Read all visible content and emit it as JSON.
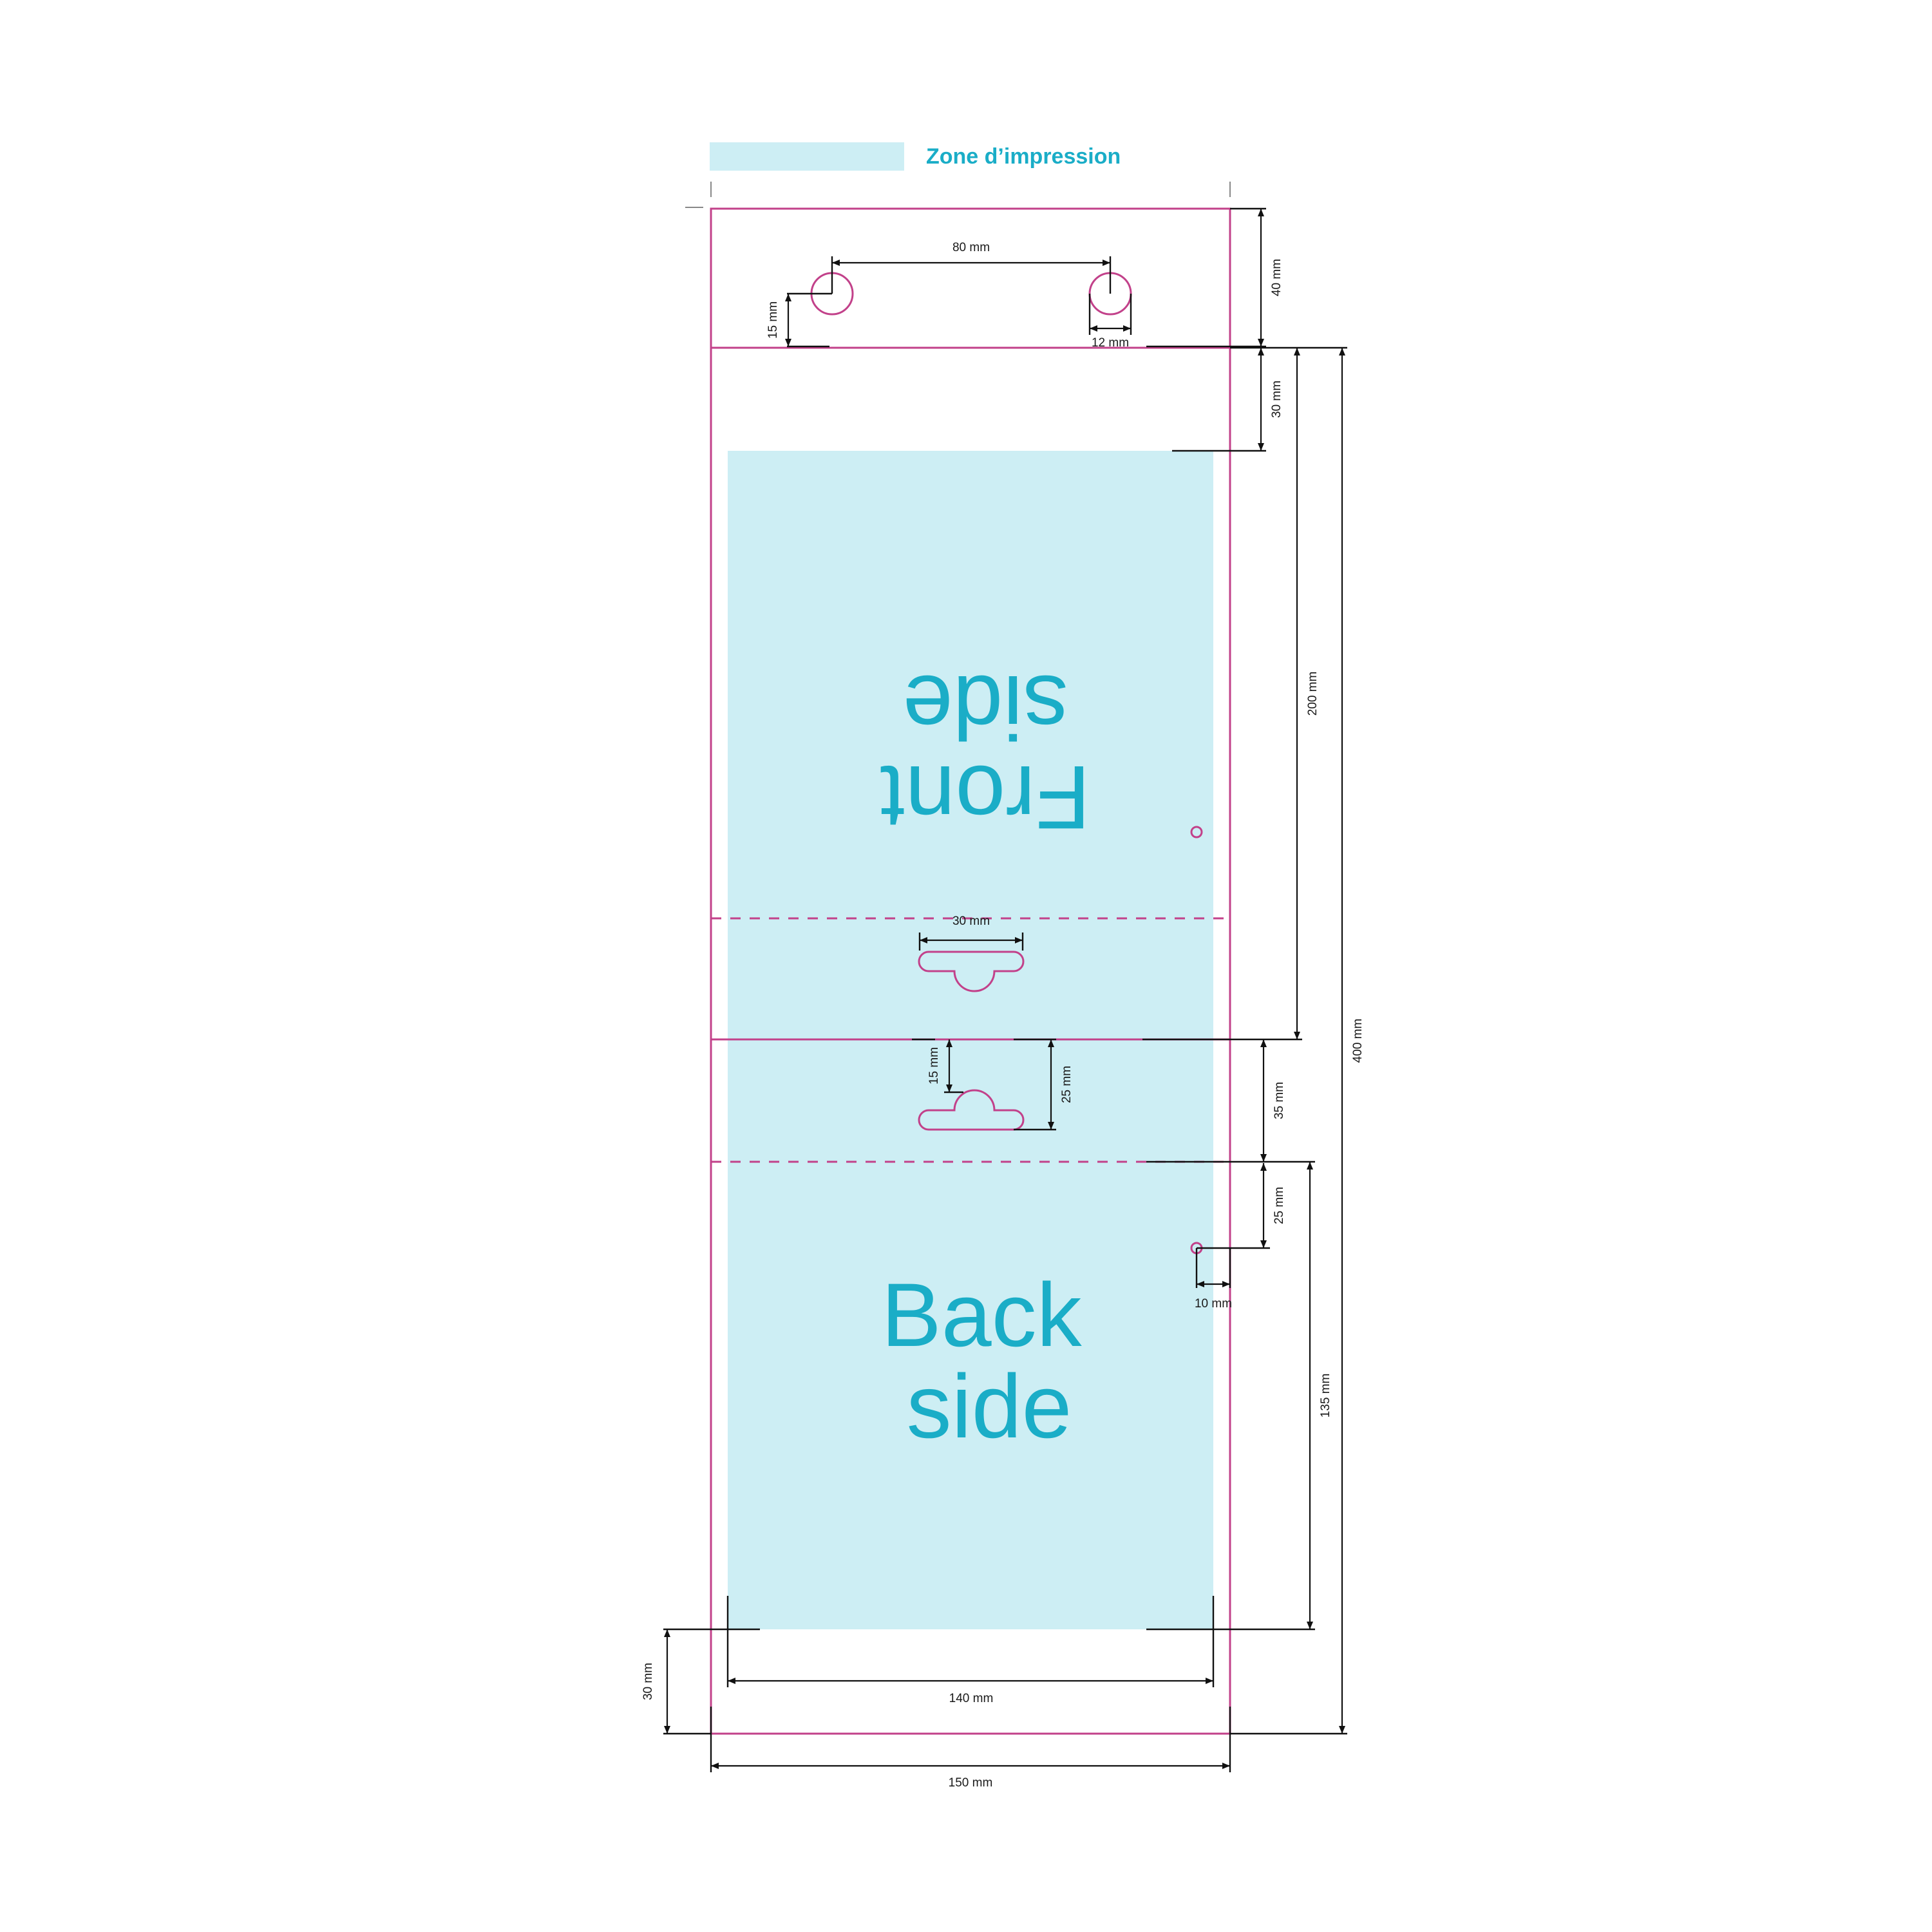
{
  "colors": {
    "cut_line": "#c2418a",
    "print_zone": "#cdeef4",
    "accent_text": "#1aadc7",
    "dimension_line": "#111111"
  },
  "legend": {
    "label": "Zone d’impression"
  },
  "panels": {
    "front_label_line1": "Front",
    "front_label_line2": "side",
    "back_label_line1": "Back",
    "back_label_line2": "side"
  },
  "dimensions": {
    "hole_spacing": "80 mm",
    "hole_offset": "15 mm",
    "hole_diameter": "12 mm",
    "header_height": "40 mm",
    "top_margin": "30 mm",
    "front_height": "200 mm",
    "total_height": "400 mm",
    "fold_height": "35 mm",
    "slot_width": "30 mm",
    "tab_offset": "15 mm",
    "tab_height": "25 mm",
    "back_offset": "25 mm",
    "pin_offset": "10 mm",
    "back_height": "135 mm",
    "bottom_margin": "30 mm",
    "print_width": "140 mm",
    "total_width": "150 mm"
  }
}
